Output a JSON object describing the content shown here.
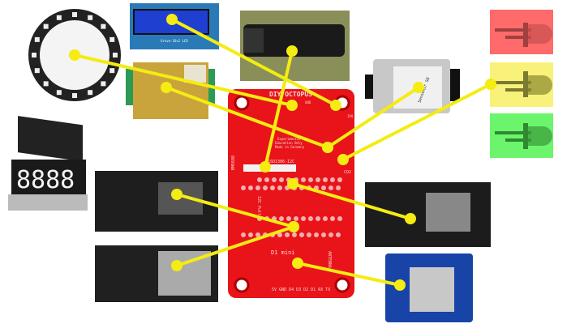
{
  "pcb": {
    "title": "DIY OCTOPUS",
    "gnd": "GND",
    "iaq": "IAQ",
    "co2": "CO2",
    "bme": "BME680",
    "oled": "SSD1306-I2C",
    "note1": "Experimental",
    "note2": "Education Only",
    "note3": "Made in Germany",
    "pullup": "I2C Pull",
    "d1": "D1 mini",
    "antenna": "ANTENNA",
    "pins": "5V GND D4 D3 D2 D1 RX TX"
  },
  "modules": {
    "lcd": "Grove-16x2 LCD",
    "senseair": "SenseAir S8"
  },
  "colors": {
    "pcb": "#e8141a",
    "wire": "#f4ec12",
    "led_red": "#ff6b6b",
    "led_yellow": "#f8f27a",
    "led_green": "#6cf56c"
  }
}
